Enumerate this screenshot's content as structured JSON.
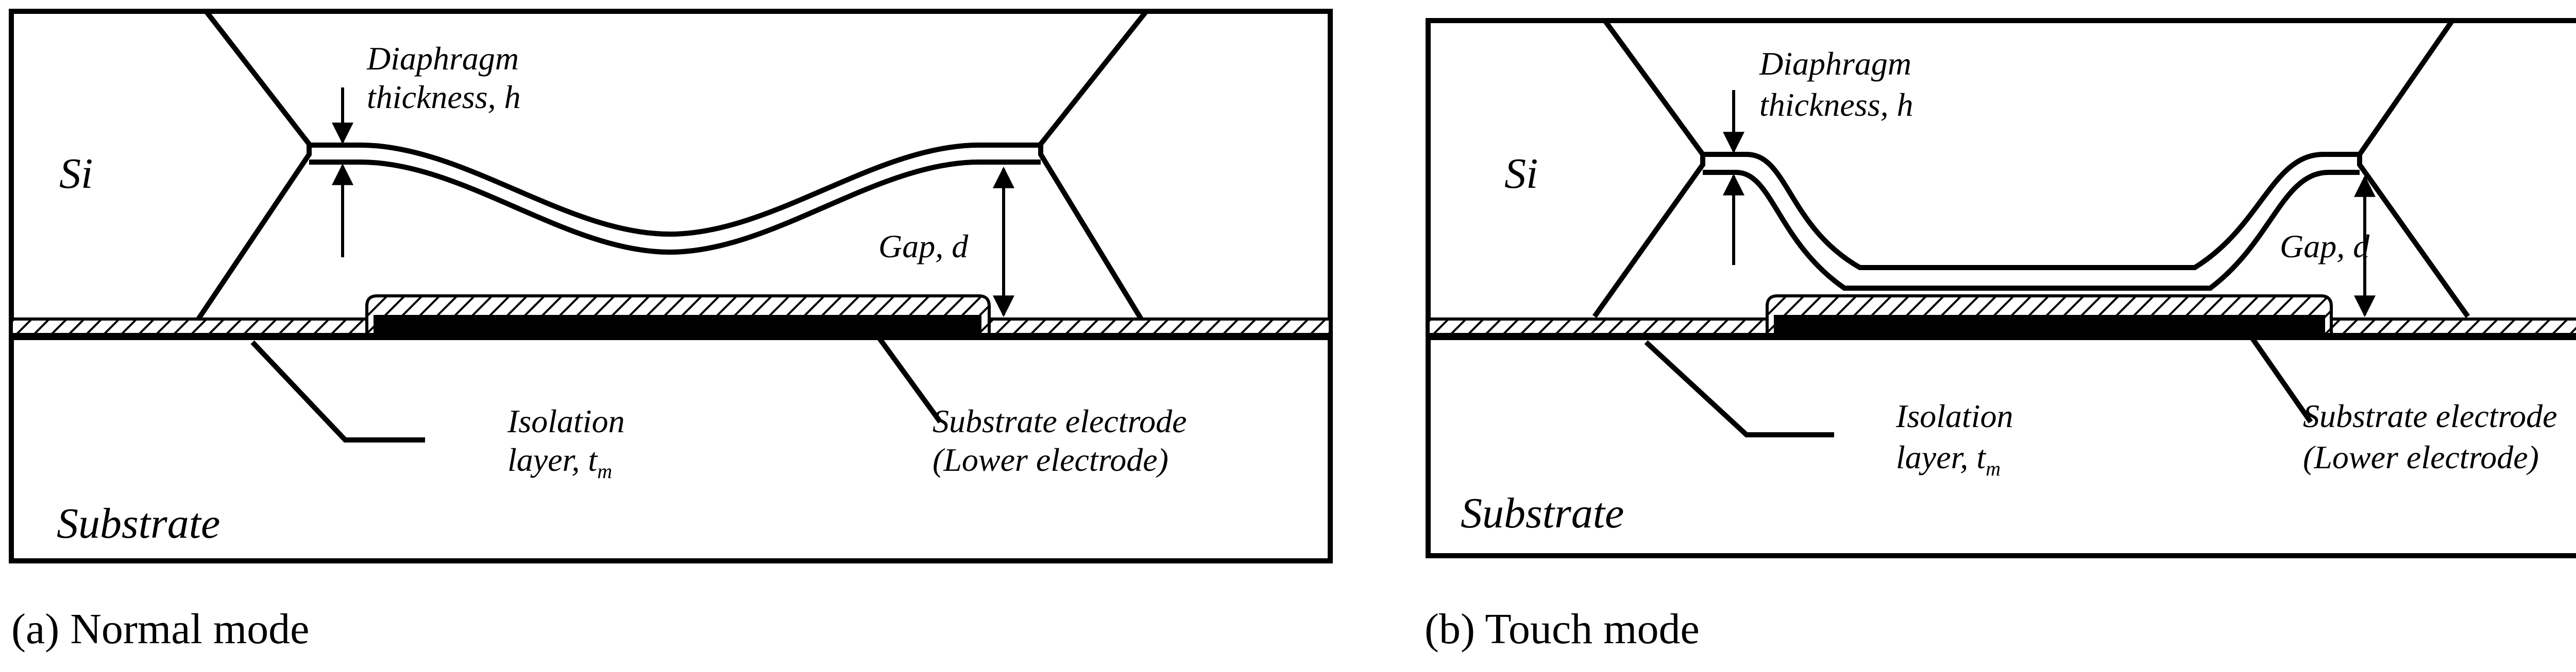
{
  "colors": {
    "ink": "#000000",
    "background": "#ffffff"
  },
  "panels": [
    {
      "id": "a",
      "caption": "(a) Normal mode",
      "labels": {
        "diaphragm_line1": "Diaphragm",
        "diaphragm_line2": "thickness, h",
        "si": "Si",
        "gap": "Gap, d",
        "isolation_line1": "Isolation",
        "isolation_line2": "layer, t",
        "isolation_sub": "m",
        "electrode_line1": "Substrate electrode",
        "electrode_line2": "(Lower electrode)",
        "substrate": "Substrate"
      }
    },
    {
      "id": "b",
      "caption": "(b) Touch mode",
      "labels": {
        "diaphragm_line1": "Diaphragm",
        "diaphragm_line2": "thickness, h",
        "si": "Si",
        "gap": "Gap, d",
        "isolation_line1": "Isolation",
        "isolation_line2": "layer, t",
        "isolation_sub": "m",
        "electrode_line1": "Substrate electrode",
        "electrode_line2": "(Lower electrode)",
        "substrate": "Substrate"
      }
    }
  ]
}
